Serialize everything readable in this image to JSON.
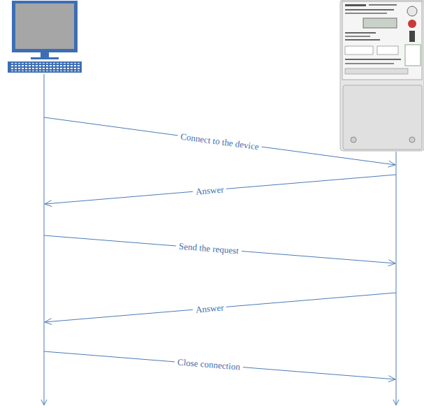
{
  "diagram": {
    "labels": [
      "Connect to the device",
      "Answer",
      "Send the request",
      "Answer",
      "Close connection"
    ]
  }
}
